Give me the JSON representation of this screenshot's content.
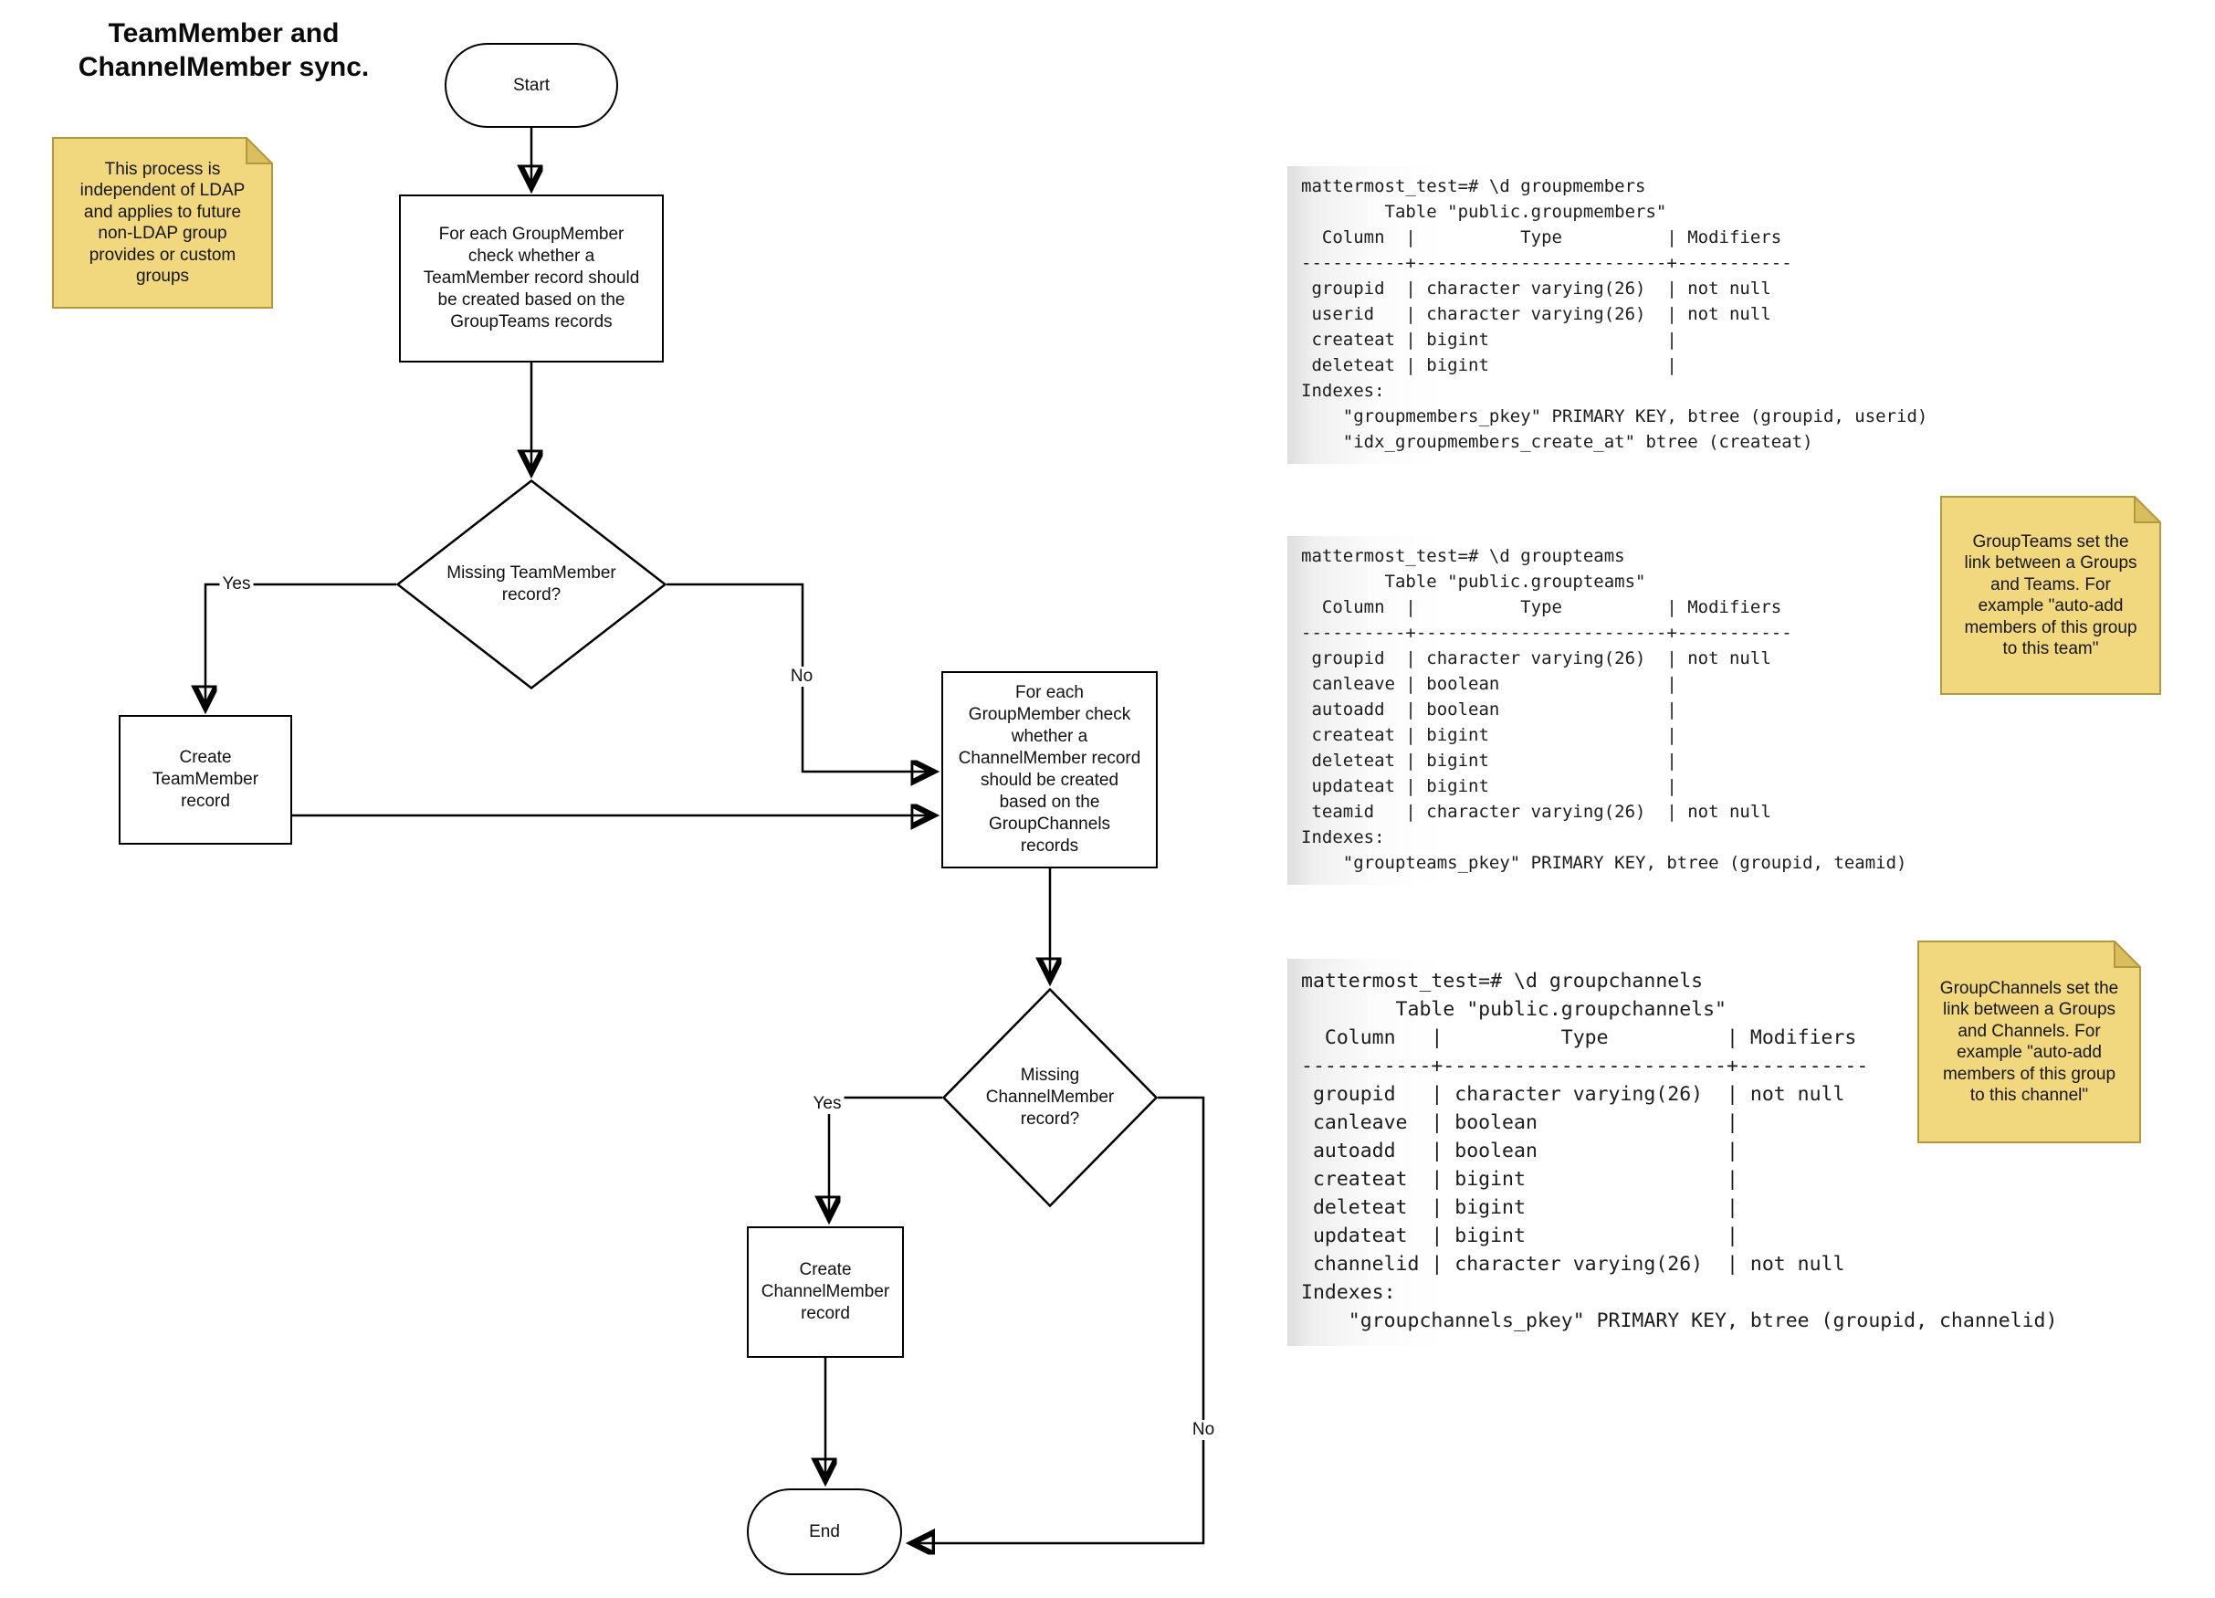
{
  "title": "TeamMember and\nChannelMember sync.",
  "colors": {
    "note_fill": "#F1D77E",
    "note_fold": "#D9BD5F",
    "note_border": "#B3993E",
    "edge_line": "#000000",
    "node_fill": "#FFFFFF",
    "node_border": "#000000",
    "code_fade": "#DEDEDE"
  },
  "flowchart": {
    "start": {
      "label": "Start"
    },
    "process_team": {
      "label": "For each GroupMember\ncheck whether a\nTeamMember record should\nbe created based on the\nGroupTeams records"
    },
    "decision_team": {
      "label": "Missing TeamMember\nrecord?",
      "yes_label": "Yes",
      "no_label": "No"
    },
    "create_team": {
      "label": "Create\nTeamMember\nrecord"
    },
    "process_channel": {
      "label": "For each\nGroupMember check\nwhether a\nChannelMember record\nshould be created\nbased on the\nGroupChannels\nrecords"
    },
    "decision_channel": {
      "label": "Missing\nChannelMember\nrecord?",
      "yes_label": "Yes",
      "no_label": "No"
    },
    "create_channel": {
      "label": "Create\nChannelMember\nrecord"
    },
    "end": {
      "label": "End"
    }
  },
  "sticky_notes": [
    {
      "id": "ldap-note",
      "text": "This process is\nindependent of LDAP\nand applies to future\nnon-LDAP group\nprovides or custom\ngroups"
    },
    {
      "id": "groupteams-note",
      "text": "GroupTeams set the\nlink between a Groups\nand Teams. For\nexample \"auto-add\nmembers of this group\nto this team\""
    },
    {
      "id": "groupchannels-note",
      "text": "GroupChannels set the\nlink between a Groups\nand Channels. For\nexample \"auto-add\nmembers of this group\nto this channel\""
    }
  ],
  "terminal_outputs": [
    {
      "id": "groupmembers",
      "lines": [
        "mattermost_test=# \\d groupmembers",
        "        Table \"public.groupmembers\"",
        "  Column  |          Type          | Modifiers",
        "----------+------------------------+-----------",
        " groupid  | character varying(26)  | not null",
        " userid   | character varying(26)  | not null",
        " createat | bigint                 |",
        " deleteat | bigint                 |",
        "Indexes:",
        "    \"groupmembers_pkey\" PRIMARY KEY, btree (groupid, userid)",
        "    \"idx_groupmembers_create_at\" btree (createat)"
      ]
    },
    {
      "id": "groupteams",
      "lines": [
        "mattermost_test=# \\d groupteams",
        "        Table \"public.groupteams\"",
        "  Column  |          Type          | Modifiers",
        "----------+------------------------+-----------",
        " groupid  | character varying(26)  | not null",
        " canleave | boolean                |",
        " autoadd  | boolean                |",
        " createat | bigint                 |",
        " deleteat | bigint                 |",
        " updateat | bigint                 |",
        " teamid   | character varying(26)  | not null",
        "Indexes:",
        "    \"groupteams_pkey\" PRIMARY KEY, btree (groupid, teamid)"
      ]
    },
    {
      "id": "groupchannels",
      "lines": [
        "mattermost_test=# \\d groupchannels",
        "        Table \"public.groupchannels\"",
        "  Column   |          Type          | Modifiers",
        "-----------+------------------------+-----------",
        " groupid   | character varying(26)  | not null",
        " canleave  | boolean                |",
        " autoadd   | boolean                |",
        " createat  | bigint                 |",
        " deleteat  | bigint                 |",
        " updateat  | bigint                 |",
        " channelid | character varying(26)  | not null",
        "Indexes:",
        "    \"groupchannels_pkey\" PRIMARY KEY, btree (groupid, channelid)"
      ]
    }
  ]
}
